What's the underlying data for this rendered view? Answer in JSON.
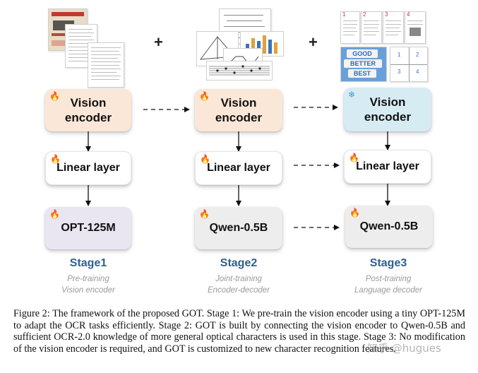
{
  "stage1": {
    "vision_encoder": "Vision encoder",
    "linear_layer": "Linear layer",
    "language_model": "OPT-125M",
    "name": "Stage1",
    "sub1": "Pre-training",
    "sub2": "Vision encoder"
  },
  "stage2": {
    "vision_encoder": "Vision encoder",
    "linear_layer": "Linear layer",
    "language_model": "Qwen-0.5B",
    "name": "Stage2",
    "sub1": "Joint-training",
    "sub2": "Encoder-decoder"
  },
  "stage3": {
    "vision_encoder": "Vision encoder",
    "linear_layer": "Linear layer",
    "language_model": "Qwen-0.5B",
    "name": "Stage3",
    "sub1": "Post-training",
    "sub2": "Language decoder"
  },
  "plus": "+",
  "thumb_labels": {
    "page_numbers": [
      "1",
      "2",
      "3",
      "4"
    ],
    "sign_words": [
      "GOOD",
      "BETTER",
      "BEST"
    ],
    "grid_numbers": [
      "1",
      "2",
      "3",
      "4"
    ]
  },
  "caption": "Figure 2: The framework of the proposed GOT. Stage 1: We pre-train the vision encoder using a tiny OPT-125M to adapt the OCR tasks efficiently. Stage 2: GOT is built by connecting the vision encoder to Qwen-0.5B and sufficient OCR-2.0 knowledge of more general optical characters is used in this stage. Stage 3: No modification of the vision encoder is required, and GOT is customized to new character recognition features.",
  "watermark": "知乎 @hugues",
  "colors": {
    "trainable_icon": "#f08a2c",
    "frozen_icon": "#3aa0d8",
    "stage_title": "#2f5f8f",
    "encoder_trainable_bg": "#fbe7d7",
    "encoder_frozen_bg": "#d7ebf3",
    "opt_bg": "#e9e6f2",
    "qwen_bg": "#ededed"
  },
  "icons": {
    "trainable": "fire-icon",
    "frozen": "snowflake-icon"
  }
}
